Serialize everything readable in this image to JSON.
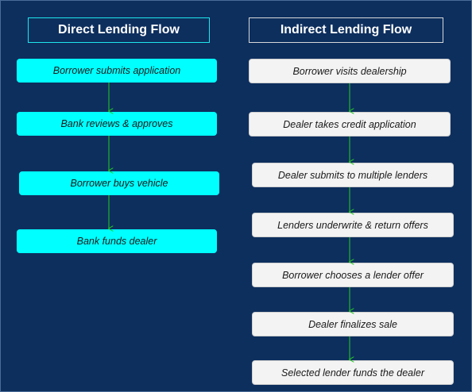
{
  "direct": {
    "title": "Direct Lending Flow",
    "steps": [
      "Borrower submits application",
      "Bank reviews & approves",
      "Borrower buys vehicle",
      "Bank funds dealer"
    ]
  },
  "indirect": {
    "title": "Indirect Lending Flow",
    "steps": [
      "Borrower visits dealership",
      "Dealer takes credit application",
      "Dealer submits to multiple lenders",
      "Lenders underwrite & return offers",
      "Borrower chooses a lender offer",
      "Dealer finalizes sale",
      "Selected lender funds the dealer"
    ]
  },
  "colors": {
    "background": "#0d2f5e",
    "direct_box": "#00ffff",
    "indirect_box": "#f3f3f3",
    "arrow": "#22cc22"
  }
}
